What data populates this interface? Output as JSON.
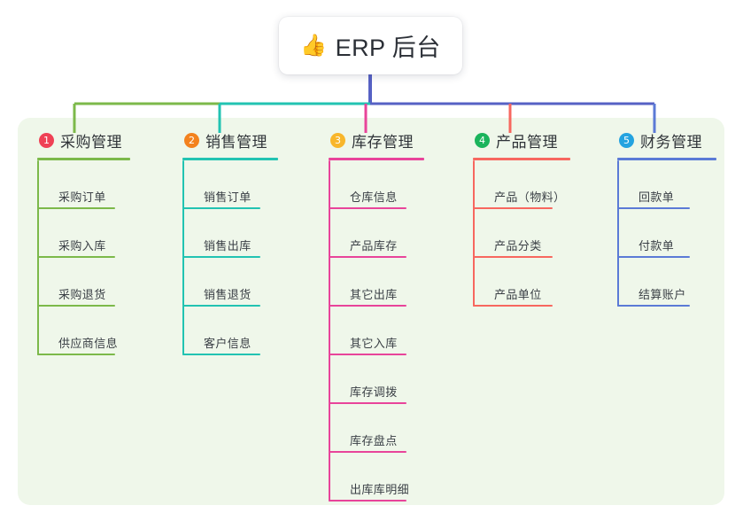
{
  "diagram": {
    "type": "mindmap-tree",
    "root": {
      "emoji": "👍",
      "label": "ERP 后台",
      "box_color": "#ffffff",
      "trunk_color": "#5661c4"
    },
    "panel_color": "#eff7ea",
    "columns": [
      {
        "number": "1",
        "title": "采购管理",
        "badge_color": "#ef4155",
        "line_color": "#7cb94a",
        "items": [
          "采购订单",
          "采购入库",
          "采购退货",
          "供应商信息"
        ]
      },
      {
        "number": "2",
        "title": "销售管理",
        "badge_color": "#f3821e",
        "line_color": "#22c3b2",
        "items": [
          "销售订单",
          "销售出库",
          "销售退货",
          "客户信息"
        ]
      },
      {
        "number": "3",
        "title": "库存管理",
        "badge_color": "#f8b62b",
        "line_color": "#e8449a",
        "items": [
          "仓库信息",
          "产品库存",
          "其它出库",
          "其它入库",
          "库存调拨",
          "库存盘点",
          "出库库明细"
        ]
      },
      {
        "number": "4",
        "title": "产品管理",
        "badge_color": "#1bb45c",
        "line_color": "#f7675f",
        "items": [
          "产品（物料）",
          "产品分类",
          "产品单位"
        ]
      },
      {
        "number": "5",
        "title": "财务管理",
        "badge_color": "#24a3e0",
        "line_color": "#5b7ad6",
        "items": [
          "回款单",
          "付款单",
          "结算账户"
        ]
      }
    ]
  }
}
